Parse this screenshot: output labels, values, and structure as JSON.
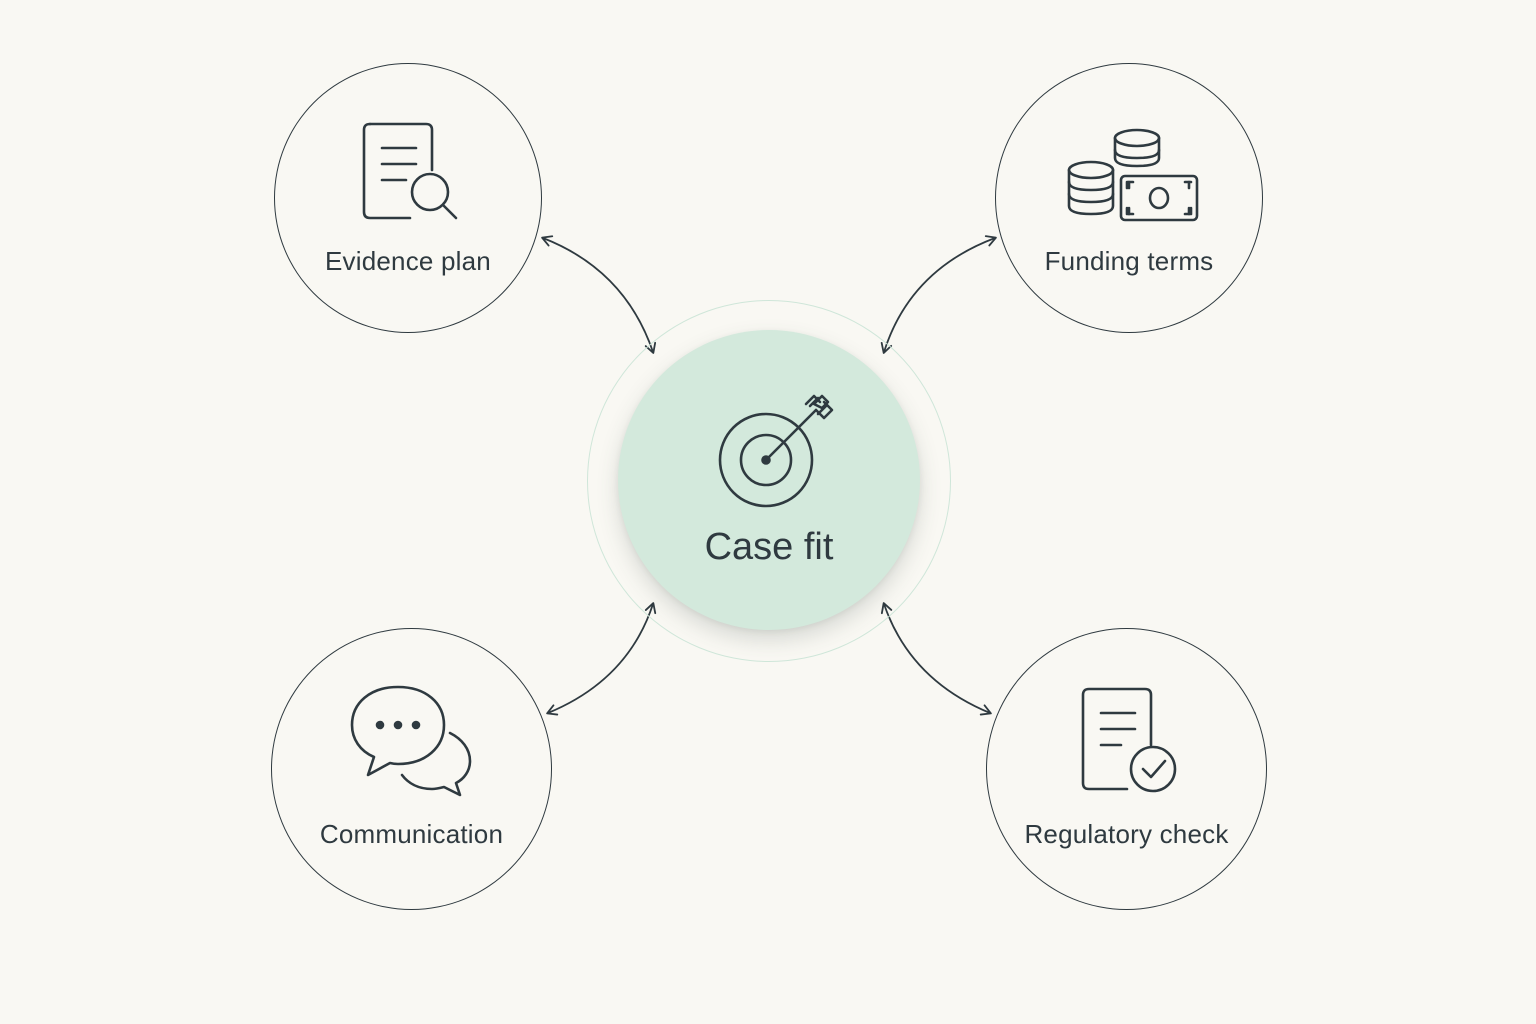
{
  "diagram": {
    "center": {
      "label": "Case fit",
      "icon": "target-arrow-icon",
      "fill": "#d3e9dc"
    },
    "nodes": [
      {
        "id": "evidence",
        "label": "Evidence plan",
        "icon": "document-search-icon"
      },
      {
        "id": "funding",
        "label": "Funding terms",
        "icon": "coins-cash-icon"
      },
      {
        "id": "communication",
        "label": "Communication",
        "icon": "chat-bubbles-icon"
      },
      {
        "id": "regulatory",
        "label": "Regulatory check",
        "icon": "document-check-icon"
      }
    ],
    "connectors": {
      "type": "bidirectional-arrow",
      "color": "#2f3a40"
    },
    "colors": {
      "background": "#f9f8f3",
      "stroke": "#2f3a40",
      "halo": "#cfe6d9"
    }
  }
}
